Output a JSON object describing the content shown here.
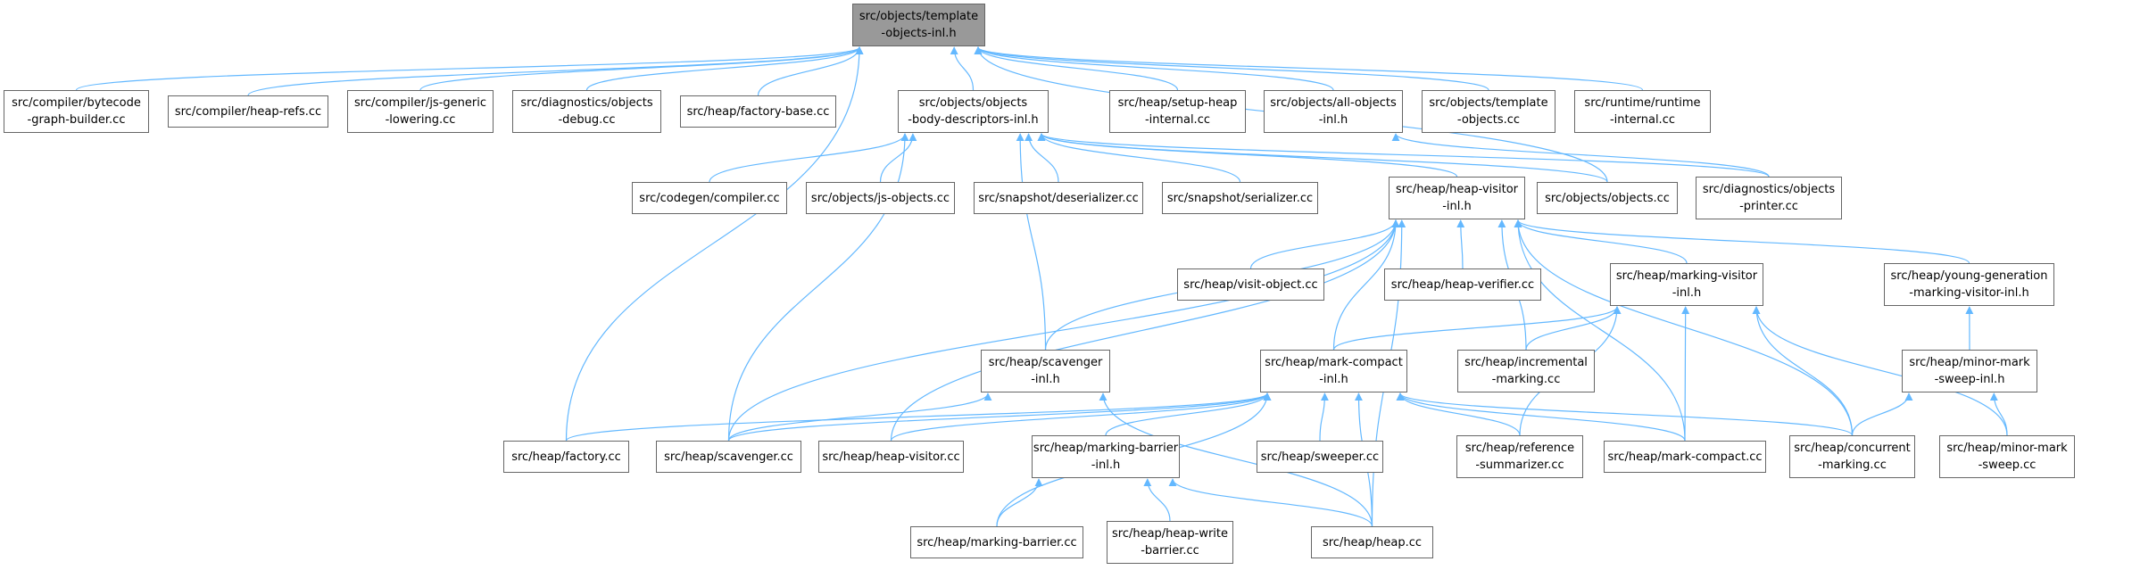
{
  "colors": {
    "edge": "#63b8ff",
    "node_border": "#666666",
    "root_fill": "#999999"
  },
  "nodes": [
    {
      "id": "root",
      "label": "src/objects/template\n-objects-inl.h",
      "root": true
    },
    {
      "id": "bytecode",
      "label": "src/compiler/bytecode\n-graph-builder.cc"
    },
    {
      "id": "heaprefs",
      "label": "src/compiler/heap-refs.cc"
    },
    {
      "id": "jsgeneric",
      "label": "src/compiler/js-generic\n-lowering.cc"
    },
    {
      "id": "objdebug",
      "label": "src/diagnostics/objects\n-debug.cc"
    },
    {
      "id": "factorybase",
      "label": "src/heap/factory-base.cc"
    },
    {
      "id": "bodydesc",
      "label": "src/objects/objects\n-body-descriptors-inl.h"
    },
    {
      "id": "setupheap",
      "label": "src/heap/setup-heap\n-internal.cc"
    },
    {
      "id": "allobjects",
      "label": "src/objects/all-objects\n-inl.h"
    },
    {
      "id": "templateobj",
      "label": "src/objects/template\n-objects.cc"
    },
    {
      "id": "runtimeint",
      "label": "src/runtime/runtime\n-internal.cc"
    },
    {
      "id": "compiler",
      "label": "src/codegen/compiler.cc"
    },
    {
      "id": "jsobjects",
      "label": "src/objects/js-objects.cc"
    },
    {
      "id": "deserializer",
      "label": "src/snapshot/deserializer.cc"
    },
    {
      "id": "serializer",
      "label": "src/snapshot/serializer.cc"
    },
    {
      "id": "heapvisitorinl",
      "label": "src/heap/heap-visitor\n-inl.h"
    },
    {
      "id": "objectscc",
      "label": "src/objects/objects.cc"
    },
    {
      "id": "objprinter",
      "label": "src/diagnostics/objects\n-printer.cc"
    },
    {
      "id": "visitobject",
      "label": "src/heap/visit-object.cc"
    },
    {
      "id": "heapverifier",
      "label": "src/heap/heap-verifier.cc"
    },
    {
      "id": "markingvisitor",
      "label": "src/heap/marking-visitor\n-inl.h"
    },
    {
      "id": "younggen",
      "label": "src/heap/young-generation\n-marking-visitor-inl.h"
    },
    {
      "id": "scavengerinl",
      "label": "src/heap/scavenger\n-inl.h"
    },
    {
      "id": "markcompactinl",
      "label": "src/heap/mark-compact\n-inl.h"
    },
    {
      "id": "incremental",
      "label": "src/heap/incremental\n-marking.cc"
    },
    {
      "id": "minormarkinl",
      "label": "src/heap/minor-mark\n-sweep-inl.h"
    },
    {
      "id": "factory",
      "label": "src/heap/factory.cc"
    },
    {
      "id": "scavengercc",
      "label": "src/heap/scavenger.cc"
    },
    {
      "id": "heapvisitorcc",
      "label": "src/heap/heap-visitor.cc"
    },
    {
      "id": "markingbarrierinl",
      "label": "src/heap/marking-barrier\n-inl.h"
    },
    {
      "id": "sweeper",
      "label": "src/heap/sweeper.cc"
    },
    {
      "id": "refsumm",
      "label": "src/heap/reference\n-summarizer.cc"
    },
    {
      "id": "markcompactcc",
      "label": "src/heap/mark-compact.cc"
    },
    {
      "id": "concurrent",
      "label": "src/heap/concurrent\n-marking.cc"
    },
    {
      "id": "minormarksweep",
      "label": "src/heap/minor-mark\n-sweep.cc"
    },
    {
      "id": "markingbarriercc",
      "label": "src/heap/marking-barrier.cc"
    },
    {
      "id": "writebarrier",
      "label": "src/heap/heap-write\n-barrier.cc"
    },
    {
      "id": "heapcc",
      "label": "src/heap/heap.cc"
    }
  ],
  "edges": [
    [
      "bytecode",
      "root"
    ],
    [
      "heaprefs",
      "root"
    ],
    [
      "jsgeneric",
      "root"
    ],
    [
      "objdebug",
      "root"
    ],
    [
      "factorybase",
      "root"
    ],
    [
      "bodydesc",
      "root"
    ],
    [
      "setupheap",
      "root"
    ],
    [
      "allobjects",
      "root"
    ],
    [
      "templateobj",
      "root"
    ],
    [
      "runtimeint",
      "root"
    ],
    [
      "factory",
      "root"
    ],
    [
      "objectscc",
      "root"
    ],
    [
      "objprinter",
      "allobjects"
    ],
    [
      "compiler",
      "bodydesc"
    ],
    [
      "jsobjects",
      "bodydesc"
    ],
    [
      "deserializer",
      "bodydesc"
    ],
    [
      "serializer",
      "bodydesc"
    ],
    [
      "objectscc",
      "bodydesc"
    ],
    [
      "heapvisitorinl",
      "bodydesc"
    ],
    [
      "scavengercc",
      "bodydesc"
    ],
    [
      "scavengerinl",
      "bodydesc"
    ],
    [
      "objprinter",
      "bodydesc"
    ],
    [
      "visitobject",
      "heapvisitorinl"
    ],
    [
      "heapverifier",
      "heapvisitorinl"
    ],
    [
      "markingvisitor",
      "heapvisitorinl"
    ],
    [
      "younggen",
      "heapvisitorinl"
    ],
    [
      "markcompactinl",
      "heapvisitorinl"
    ],
    [
      "incremental",
      "heapvisitorinl"
    ],
    [
      "scavengerinl",
      "heapvisitorinl"
    ],
    [
      "scavengercc",
      "heapvisitorinl"
    ],
    [
      "heapvisitorcc",
      "heapvisitorinl"
    ],
    [
      "concurrent",
      "heapvisitorinl"
    ],
    [
      "markcompactcc",
      "heapvisitorinl"
    ],
    [
      "heapcc",
      "heapvisitorinl"
    ],
    [
      "markcompactinl",
      "markingvisitor"
    ],
    [
      "incremental",
      "markingvisitor"
    ],
    [
      "refsumm",
      "markingvisitor"
    ],
    [
      "markcompactcc",
      "markingvisitor"
    ],
    [
      "concurrent",
      "markingvisitor"
    ],
    [
      "minormarksweep",
      "markingvisitor"
    ],
    [
      "minormarkinl",
      "younggen"
    ],
    [
      "concurrent",
      "minormarkinl"
    ],
    [
      "minormarksweep",
      "minormarkinl"
    ],
    [
      "scavengercc",
      "scavengerinl"
    ],
    [
      "heapcc",
      "scavengerinl"
    ],
    [
      "factory",
      "markcompactinl"
    ],
    [
      "scavengercc",
      "markcompactinl"
    ],
    [
      "heapvisitorcc",
      "markcompactinl"
    ],
    [
      "markingbarrierinl",
      "markcompactinl"
    ],
    [
      "sweeper",
      "markcompactinl"
    ],
    [
      "refsumm",
      "markcompactinl"
    ],
    [
      "markcompactcc",
      "markcompactinl"
    ],
    [
      "concurrent",
      "markcompactinl"
    ],
    [
      "heapcc",
      "markcompactinl"
    ],
    [
      "markingbarriercc",
      "markcompactinl"
    ],
    [
      "markingbarriercc",
      "markingbarrierinl"
    ],
    [
      "writebarrier",
      "markingbarrierinl"
    ],
    [
      "heapcc",
      "markingbarrierinl"
    ]
  ]
}
